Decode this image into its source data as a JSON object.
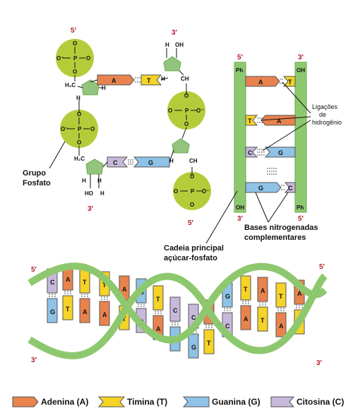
{
  "ends": {
    "five": "5′",
    "three": "3′"
  },
  "labels": {
    "grupo": "Grupo",
    "fosfato": "Fosfato",
    "ligacoes1": "Ligações",
    "ligacoes2": "de",
    "ligacoes3": "hidrogênio",
    "bases1": "Bases nitrogenadas",
    "bases2": "complementares",
    "cadeia1": "Cadeia principal",
    "cadeia2": "açúcar-fosfato"
  },
  "atoms": {
    "O": "O",
    "Ominus": "O⁻",
    "P": "P",
    "H": "H",
    "OH": "OH",
    "HO": "HO",
    "CH2": "CH",
    "H2C": "H₂C",
    "Ph": "Ph"
  },
  "bases": {
    "A": "A",
    "T": "T",
    "G": "G",
    "C": "C"
  },
  "legend": [
    {
      "name": "Adenina (A)",
      "color": "#e8834e"
    },
    {
      "name": "Timina (T)",
      "color": "#f5d327"
    },
    {
      "name": "Guanina (G)",
      "color": "#8ec2e6"
    },
    {
      "name": "Citosina (C)",
      "color": "#c7b9dc"
    }
  ],
  "colors": {
    "green": "#8ec86e",
    "phosphate": "#b5cc3a",
    "sugar": "#93c47d",
    "end": "#b0202a"
  }
}
